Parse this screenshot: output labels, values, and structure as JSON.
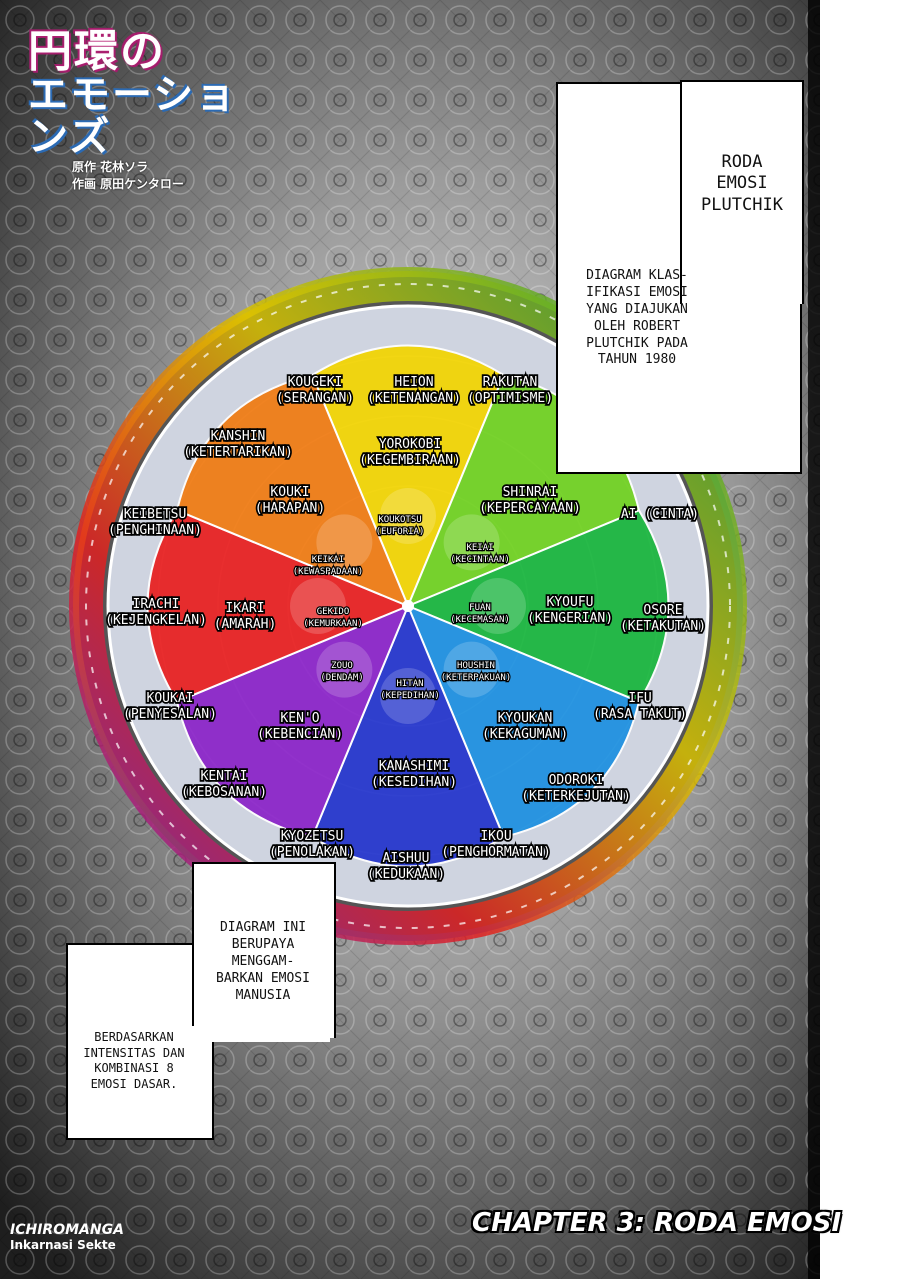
{
  "logo": {
    "title_line1": "円環の",
    "title_line2": "エモーションズ",
    "author": "原作 花林ソラ",
    "artist": "作画 原田ケンタロー"
  },
  "wheel": {
    "petals": [
      {
        "angle": 0,
        "color": "#f2d400",
        "outer": "#fff3a0"
      },
      {
        "angle": 45,
        "color": "#6fd11e",
        "outer": "#c8f0a0"
      },
      {
        "angle": 90,
        "color": "#17b53c",
        "outer": "#a8e8b8"
      },
      {
        "angle": 135,
        "color": "#1b8fe0",
        "outer": "#a8d8f8"
      },
      {
        "angle": 180,
        "color": "#2233cc",
        "outer": "#a8b4f0"
      },
      {
        "angle": 225,
        "color": "#8a22c8",
        "outer": "#d8b0f0"
      },
      {
        "angle": 270,
        "color": "#e81e1e",
        "outer": "#f8b0b0"
      },
      {
        "angle": 315,
        "color": "#f07a10",
        "outer": "#f8d0a8"
      }
    ],
    "labels": [
      {
        "id": "kougeki",
        "l1": "KOUGEKI",
        "l2": "(SERANGAN)",
        "size": "m"
      },
      {
        "id": "heion",
        "l1": "HEION",
        "l2": "(KETENANGAN)",
        "size": "m"
      },
      {
        "id": "rakutan",
        "l1": "RAKUTAN",
        "l2": "(OPTIMISME)",
        "size": "m"
      },
      {
        "id": "kanshin",
        "l1": "KANSHIN",
        "l2": "(KETERTARIKAN)",
        "size": "m"
      },
      {
        "id": "yorokobi",
        "l1": "YOROKOBI",
        "l2": "(KEGEMBIRAAN)",
        "size": "m"
      },
      {
        "id": "kouki",
        "l1": "KOUKI",
        "l2": "(HARAPAN)",
        "size": "m"
      },
      {
        "id": "shinrai",
        "l1": "SHINRAI",
        "l2": "(KEPERCAYAAN)",
        "size": "m"
      },
      {
        "id": "keibetsu",
        "l1": "KEIBETSU",
        "l2": "(PENGHINAAN)",
        "size": "m"
      },
      {
        "id": "koukotsu",
        "l1": "KOUKOTSU",
        "l2": "(EUFORIA)",
        "size": "s"
      },
      {
        "id": "ai",
        "l1": "AI (CINTA)",
        "l2": "",
        "size": "m"
      },
      {
        "id": "keikai",
        "l1": "KEIKAI",
        "l2": "(KEWASPADAAN)",
        "size": "s"
      },
      {
        "id": "keiai",
        "l1": "KEIAI",
        "l2": "(KECINTAAN)",
        "size": "s"
      },
      {
        "id": "irachi",
        "l1": "IRACHI",
        "l2": "(KEJENGKELAN)",
        "size": "m"
      },
      {
        "id": "ikari",
        "l1": "IKARI",
        "l2": "(AMARAH)",
        "size": "m"
      },
      {
        "id": "gekido",
        "l1": "GEKIDO",
        "l2": "(KEMURKAAN)",
        "size": "s"
      },
      {
        "id": "fuan",
        "l1": "FUAN",
        "l2": "(KECEMASAN)",
        "size": "s"
      },
      {
        "id": "kyoufu",
        "l1": "KYOUFU",
        "l2": "(KENGERIAN)",
        "size": "m"
      },
      {
        "id": "osore",
        "l1": "OSORE",
        "l2": "(KETAKUTAN)",
        "size": "m"
      },
      {
        "id": "zouo",
        "l1": "ZOUO",
        "l2": "(DENDAM)",
        "size": "s"
      },
      {
        "id": "houshin",
        "l1": "HOUSHIN",
        "l2": "(KETERPAKUAN)",
        "size": "s"
      },
      {
        "id": "hitan",
        "l1": "HITAN",
        "l2": "(KEPEDIHAN)",
        "size": "s"
      },
      {
        "id": "koukai",
        "l1": "KOUKAI",
        "l2": "(PENYESALAN)",
        "size": "m"
      },
      {
        "id": "ifu",
        "l1": "IFU",
        "l2": "(RASA TAKUT)",
        "size": "m"
      },
      {
        "id": "keno",
        "l1": "KEN'O",
        "l2": "(KEBENCIAN)",
        "size": "m"
      },
      {
        "id": "kyoukan",
        "l1": "KYOUKAN",
        "l2": "(KEKAGUMAN)",
        "size": "m"
      },
      {
        "id": "kanashimi",
        "l1": "KANASHIMI",
        "l2": "(KESEDIHAN)",
        "size": "m"
      },
      {
        "id": "kentai",
        "l1": "KENTAI",
        "l2": "(KEBOSANAN)",
        "size": "m"
      },
      {
        "id": "odoroki",
        "l1": "ODOROKI",
        "l2": "(KETERKEJUTAN)",
        "size": "m"
      },
      {
        "id": "kyozetsu",
        "l1": "KYOZETSU",
        "l2": "(PENOLAKAN)",
        "size": "m"
      },
      {
        "id": "ikou",
        "l1": "IKOU",
        "l2": "(PENGHORMATAN)",
        "size": "m"
      },
      {
        "id": "aishuu",
        "l1": "AISHUU",
        "l2": "(KEDUKAAN)",
        "size": "m"
      }
    ]
  },
  "box_top": {
    "title": [
      "RODA",
      "EMOSI",
      "PLUTCHIK"
    ],
    "body": [
      "DIAGRAM KLAS-",
      "IFIKASI EMOSI",
      "YANG DIAJUKAN",
      "OLEH ROBERT",
      "PLUTCHIK PADA",
      "TAHUN 1980"
    ]
  },
  "box_bottom": {
    "upper": [
      "DIAGRAM INI",
      "BERUPAYA",
      "MENGGAM-",
      "BARKAN EMOSI",
      "MANUSIA"
    ],
    "lower": [
      "BERDASARKAN",
      "INTENSITAS DAN",
      "KOMBINASI 8",
      "EMOSI DASAR."
    ]
  },
  "chapter_title": "CHAPTER 3: RODA EMOSI",
  "credit": {
    "name": "ICHIROMANGA",
    "sub": "Inkarnasi Sekte"
  }
}
